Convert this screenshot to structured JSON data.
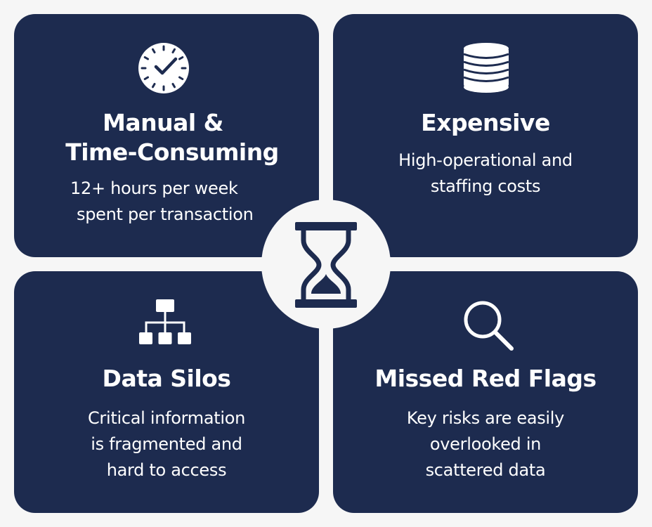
{
  "colors": {
    "background": "#f6f6f6",
    "card": "#1d2b4f",
    "text": "#ffffff"
  },
  "center": {
    "icon": "hourglass-icon"
  },
  "cards": [
    {
      "id": "manual",
      "icon": "clock-icon",
      "title_lines": [
        "Manual &",
        "Time-Consuming"
      ],
      "desc_lines": [
        "12+ hours per week",
        "spent per transaction"
      ]
    },
    {
      "id": "expensive",
      "icon": "coin-stack-icon",
      "title_lines": [
        "Expensive"
      ],
      "desc_lines": [
        "High-operational and",
        "staffing costs"
      ]
    },
    {
      "id": "data-silos",
      "icon": "hierarchy-icon",
      "title_lines": [
        "Data Silos"
      ],
      "desc_lines": [
        "Critical information",
        "is fragmented and",
        "hard to access"
      ]
    },
    {
      "id": "missed-red-flags",
      "icon": "search-icon",
      "title_lines": [
        "Missed Red Flags"
      ],
      "desc_lines": [
        "Key risks are easily",
        "overlooked in",
        "scattered data"
      ]
    }
  ]
}
